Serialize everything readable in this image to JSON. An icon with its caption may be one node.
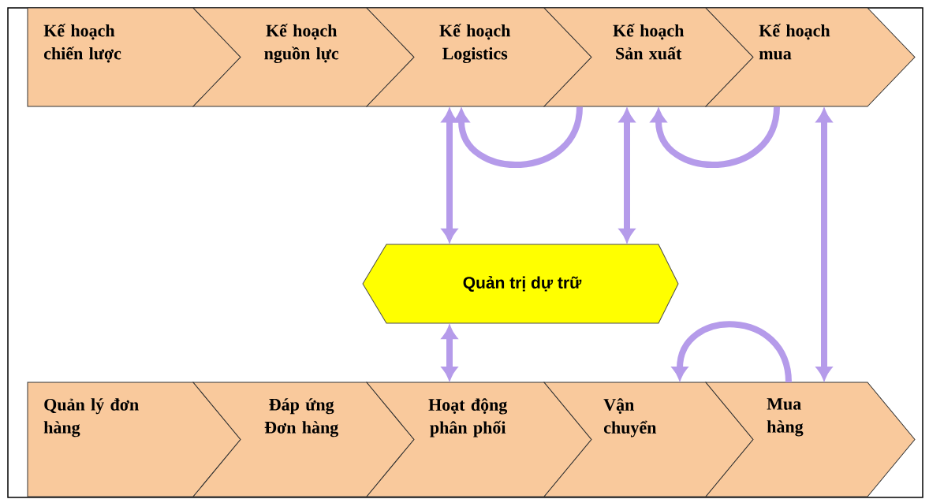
{
  "diagram": {
    "nodes": [
      {
        "text": [
          "Kế hoạch chiến lược"
        ]
      },
      {
        "text": [
          "Kế hoạch nguồn lực"
        ]
      },
      {
        "text": [
          "Kế hoạch Logistics"
        ]
      },
      {
        "text": [
          "Kế hoạch Sản xuất"
        ]
      },
      {
        "text": [
          "Kế hoạch mua"
        ]
      },
      {
        "text": [
          "Quản trị dự trữ"
        ]
      },
      {
        "text": [
          "Quản lý đơn hàng"
        ]
      },
      {
        "text": [
          "Đáp ứng Đơn hàng"
        ]
      },
      {
        "text": [
          "Hoạt động phân phối"
        ]
      },
      {
        "text": [
          "Vận chuyển"
        ]
      },
      {
        "text": [
          "Mua hàng"
        ]
      }
    ],
    "edges": [
      {
        "from": 2,
        "to": 5,
        "arrow": "both"
      },
      {
        "from": 3,
        "to": 5,
        "arrow": "both"
      },
      {
        "from": 3,
        "to": 2,
        "arrow": "to"
      },
      {
        "from": 4,
        "to": 3,
        "arrow": "to"
      },
      {
        "from": 4,
        "to": 10,
        "arrow": "both"
      },
      {
        "from": 5,
        "to": 8,
        "arrow": "both"
      },
      {
        "from": 10,
        "to": 9,
        "arrow": "to"
      }
    ]
  }
}
